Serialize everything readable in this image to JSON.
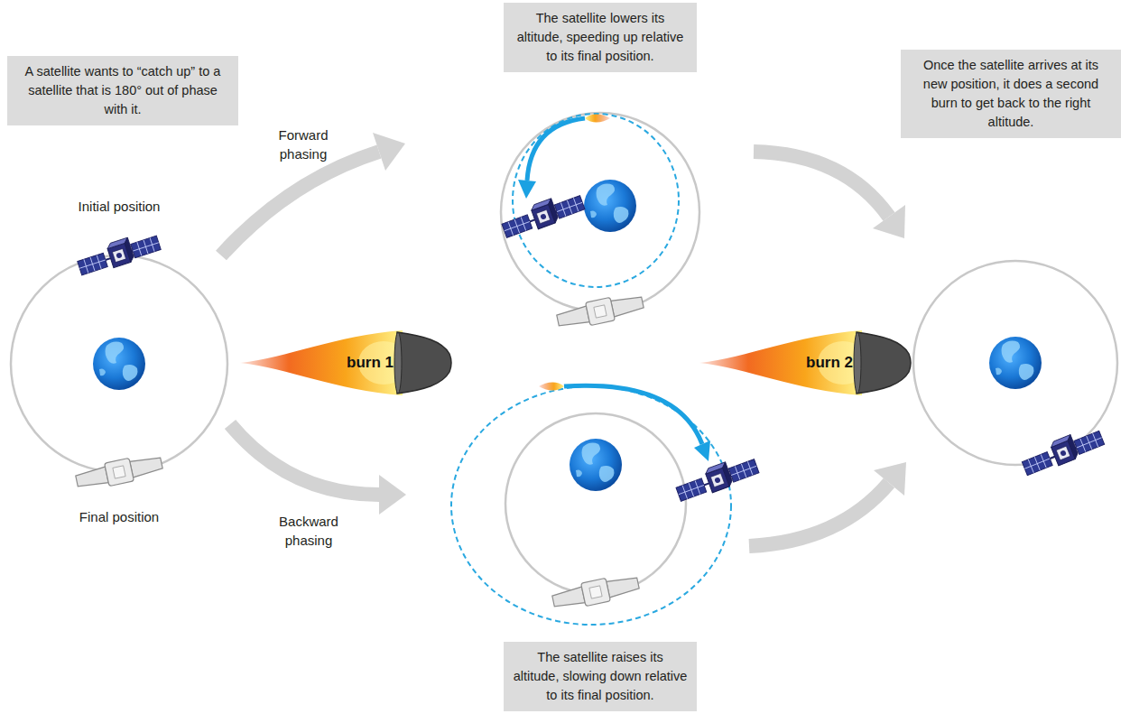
{
  "diagram": {
    "nodes": [
      {
        "text": [
          "A satellite wants to “catch up” to a satellite that is 180° out of phase with it."
        ]
      },
      {
        "text": [
          "The satellite lowers its altitude, speeding up relative to its final position."
        ]
      },
      {
        "text": [
          "Once the satellite arrives at its new position, it does a second burn to get back to the right altitude."
        ]
      },
      {
        "text": [
          "The satellite raises its altitude, slowing down relative to its final position."
        ]
      }
    ],
    "labels": [
      "Initial position",
      "Final position",
      "Forward phasing",
      "Backward phasing",
      "burn 1",
      "burn 2"
    ]
  }
}
